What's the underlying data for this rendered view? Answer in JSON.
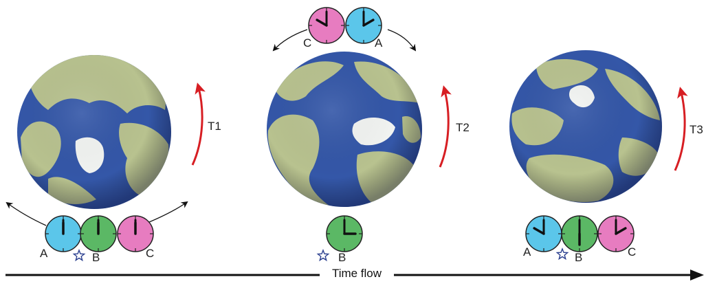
{
  "colors": {
    "ocean": "#3457a8",
    "land": "#b8c28f",
    "ice": "#f2f4f2",
    "clock_a": "#5bc6ea",
    "clock_b": "#5bb865",
    "clock_c": "#e77cc0",
    "rotation_arrow": "#d71e23",
    "time_arrow": "#111111"
  },
  "panels": [
    {
      "rotation_label": "T1",
      "clocks": [
        {
          "label": "A",
          "color": "clock_a",
          "hour_hand_deg": 0,
          "minute_hand_deg": 0
        },
        {
          "label": "B",
          "color": "clock_b",
          "hour_hand_deg": 0,
          "minute_hand_deg": 0
        },
        {
          "label": "C",
          "color": "clock_c",
          "hour_hand_deg": 0,
          "minute_hand_deg": 0
        }
      ],
      "reference_marker": "star-icon"
    },
    {
      "rotation_label": "T2",
      "clocks": [
        {
          "label": "C",
          "color": "clock_c",
          "hour_hand_deg": 300,
          "minute_hand_deg": 0
        },
        {
          "label": "A",
          "color": "clock_a",
          "hour_hand_deg": 60,
          "minute_hand_deg": 0
        },
        {
          "label": "B",
          "color": "clock_b",
          "hour_hand_deg": 90,
          "minute_hand_deg": 0
        }
      ],
      "reference_marker": "star-icon"
    },
    {
      "rotation_label": "T3",
      "clocks": [
        {
          "label": "A",
          "color": "clock_a",
          "hour_hand_deg": 300,
          "minute_hand_deg": 0
        },
        {
          "label": "B",
          "color": "clock_b",
          "hour_hand_deg": 180,
          "minute_hand_deg": 0
        },
        {
          "label": "C",
          "color": "clock_c",
          "hour_hand_deg": 60,
          "minute_hand_deg": 0
        }
      ],
      "reference_marker": "star-icon"
    }
  ],
  "axis_label": "Time flow"
}
